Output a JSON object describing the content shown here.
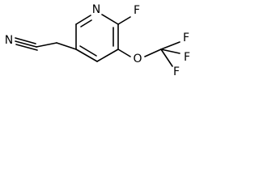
{
  "molecule": {
    "atoms": {
      "nitrile_n": "N",
      "ring_n": "N",
      "ring_f": "F",
      "ether_o": "O",
      "cf3_f_top": "F",
      "cf3_f_right": "F",
      "cf3_f_bottom": "F"
    }
  }
}
